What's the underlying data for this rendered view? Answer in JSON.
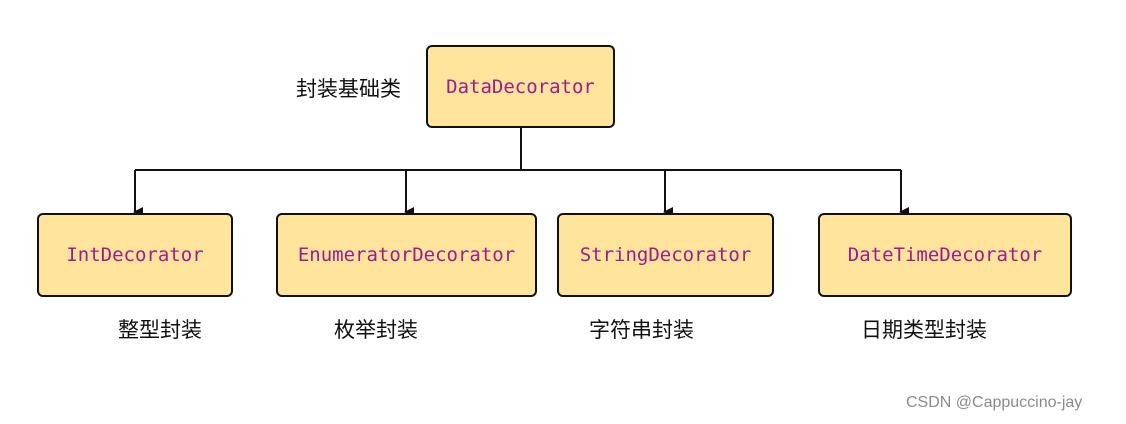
{
  "diagram": {
    "root": {
      "label": "DataDecorator",
      "caption": "封装基础类"
    },
    "children": [
      {
        "label": "IntDecorator",
        "caption": "整型封装"
      },
      {
        "label": "EnumeratorDecorator",
        "caption": "枚举封装"
      },
      {
        "label": "StringDecorator",
        "caption": "字符串封装"
      },
      {
        "label": "DateTimeDecorator",
        "caption": "日期类型封装"
      }
    ]
  },
  "watermark": "CSDN @Cappuccino-jay",
  "colors": {
    "node_fill": "#ffe49b",
    "node_border": "#111111",
    "node_text": "#9e1a8e",
    "connector": "#111111",
    "watermark": "#8a8a8a"
  }
}
